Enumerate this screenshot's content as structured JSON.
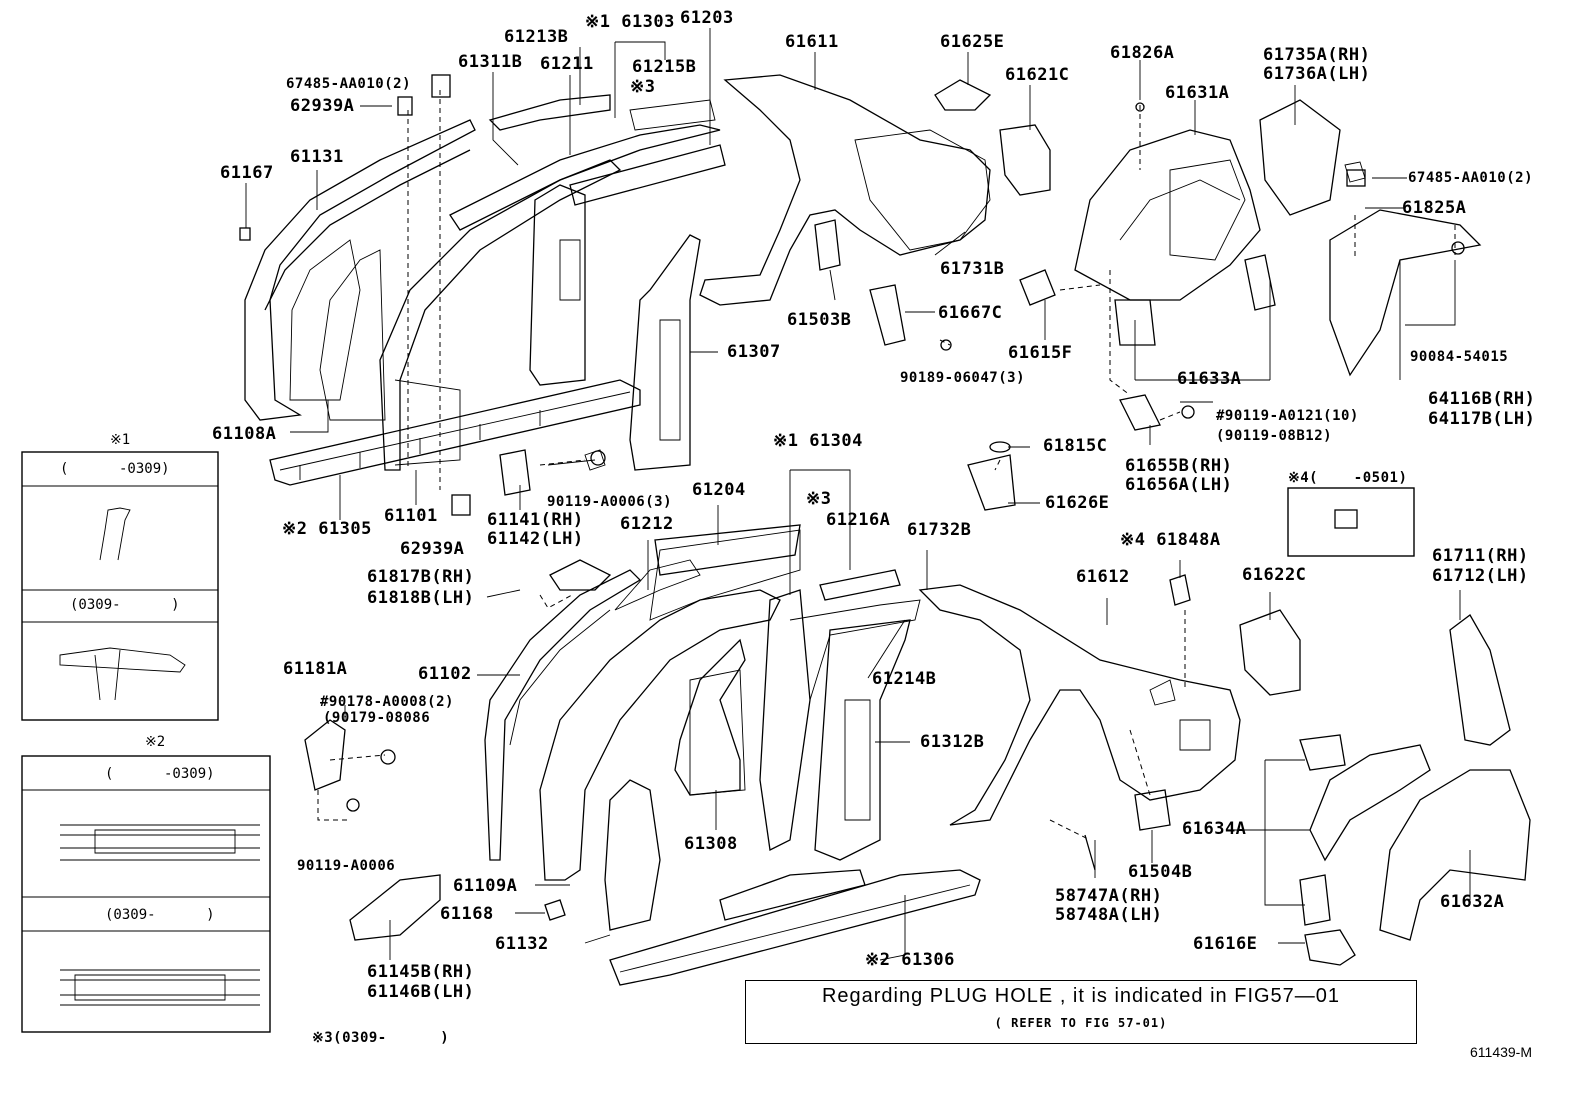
{
  "labels": {
    "l61213B": "61213B",
    "l61303": "※1 61303",
    "l61203": "61203",
    "l61611": "61611",
    "l61625E": "61625E",
    "l61826A": "61826A",
    "l61735A": "61735A(RH)",
    "l61736A": "61736A(LH)",
    "l61311B": "61311B",
    "l61211": "61211",
    "l61215B": "61215B",
    "l_x3a": "※3",
    "l61621C": "61621C",
    "l61631A": "61631A",
    "l67485a": "67485-AA010(2)",
    "l62939A_top": "62939A",
    "l61131": "61131",
    "l61167": "61167",
    "l67485b": "67485-AA010(2)",
    "l61825A": "61825A",
    "l61731B": "61731B",
    "l61503B": "61503B",
    "l61667C": "61667C",
    "l61615F": "61615F",
    "l61633A": "61633A",
    "l90084": "90084-54015",
    "l61307": "61307",
    "l90189": "90189-06047(3)",
    "l64116B": "64116B(RH)",
    "l64117B": "64117B(LH)",
    "l61108A": "61108A",
    "l90119a": "#90119-A0121(10)",
    "l90119b": "(90119-08B12)",
    "l61304": "※1 61304",
    "l61815C": "61815C",
    "l61655B": "61655B(RH)",
    "l61656A": "61656A(LH)",
    "l61626E": "61626E",
    "l_x4box": "※4(    -0501)",
    "l90119c": "90119-A0006(3)",
    "l61204": "61204",
    "l_x3b": "※3",
    "l61141": "61141(RH)",
    "l61142": "61142(LH)",
    "l61305": "※2 61305",
    "l61101": "61101",
    "l61212": "61212",
    "l61216A": "61216A",
    "l61732B": "61732B",
    "l61848A": "※4 61848A",
    "l62939A_bot": "62939A",
    "l61612": "61612",
    "l61622C": "61622C",
    "l61711": "61711(RH)",
    "l61712": "61712(LH)",
    "l61817B": "61817B(RH)",
    "l61818B": "61818B(LH)",
    "l61181A": "61181A",
    "l61102": "61102",
    "l61214B": "61214B",
    "l90178": "#90178-A0008(2)",
    "l90179": "(90179-08086",
    "l61312B": "61312B",
    "l61634A": "61634A",
    "l61308": "61308",
    "l90119d": "90119-A0006",
    "l61504B": "61504B",
    "l61109A": "61109A",
    "l58747A": "58747A(RH)",
    "l58748A": "58748A(LH)",
    "l61632A": "61632A",
    "l61168": "61168",
    "l61132": "61132",
    "l61616E": "61616E",
    "l61306": "※2 61306",
    "l61145B": "61145B(RH)",
    "l61146B": "61146B(LH)",
    "l_x3c": "※3(0309-      )"
  },
  "insets": {
    "inset1": {
      "title": "※1",
      "range_a": "(      -0309)",
      "range_b": "(0309-      )"
    },
    "inset2": {
      "title": "※2",
      "range_a": "(      -0309)",
      "range_b": "(0309-      )"
    }
  },
  "note": {
    "main": "Regarding PLUG HOLE , it is indicated in FIG57—01",
    "sub": "( REFER TO FIG 57-01)"
  },
  "figure_id": "611439-M"
}
